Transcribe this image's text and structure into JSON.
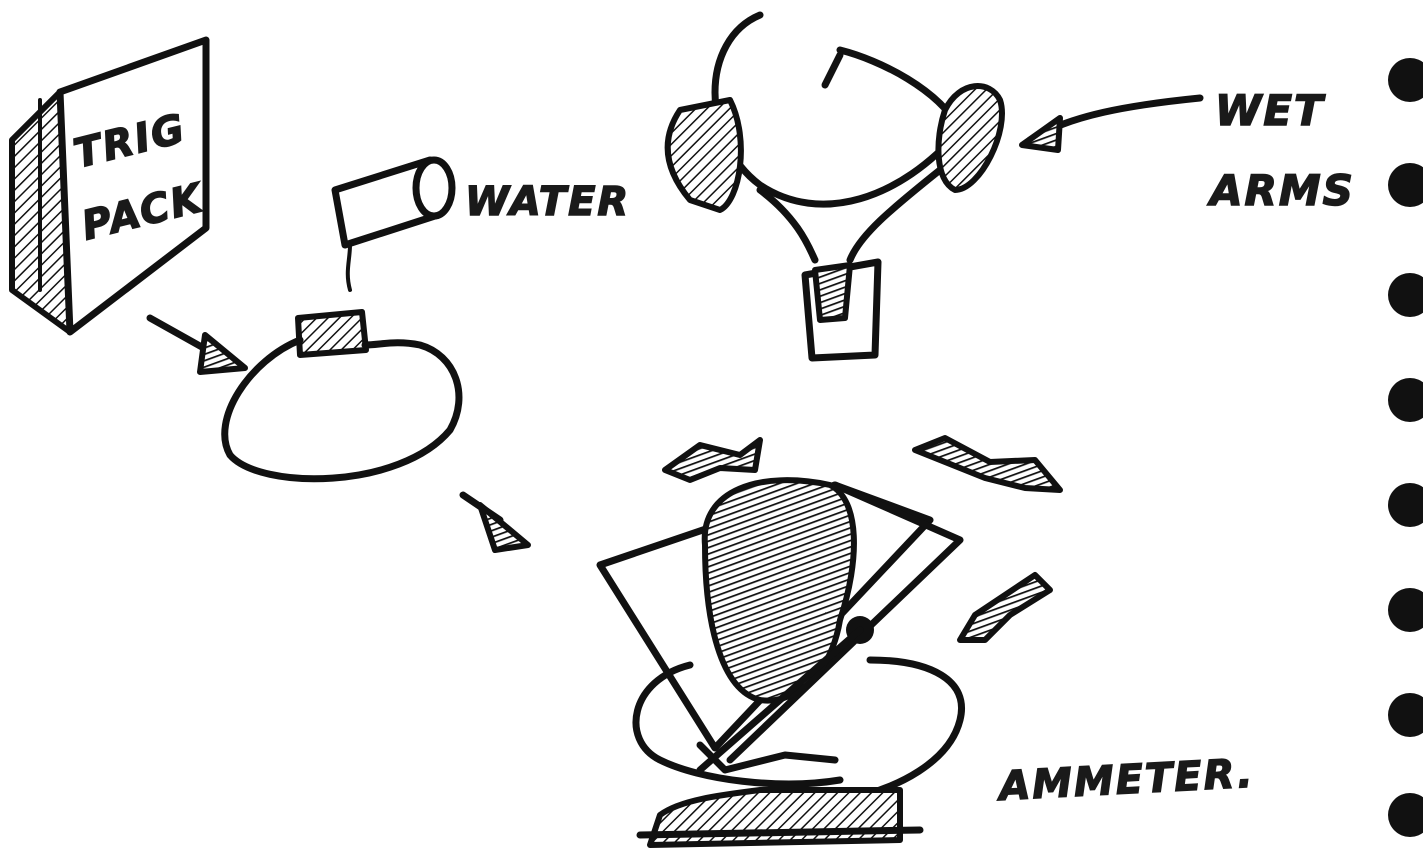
{
  "labels": {
    "pack": [
      "TRIG",
      "PACK"
    ],
    "water": "WATER",
    "wet_arms": [
      "WET",
      "ARMS"
    ],
    "ammeter": "AMMETER."
  },
  "colors": {
    "ink": "#111111",
    "paper": "#ffffff"
  },
  "icons": [
    "pack-box-icon",
    "water-cup-icon",
    "mixing-bowl-icon",
    "electrode-headband-icon",
    "ammeter-device-icon",
    "arrow-icon",
    "binding-hole-icon"
  ]
}
